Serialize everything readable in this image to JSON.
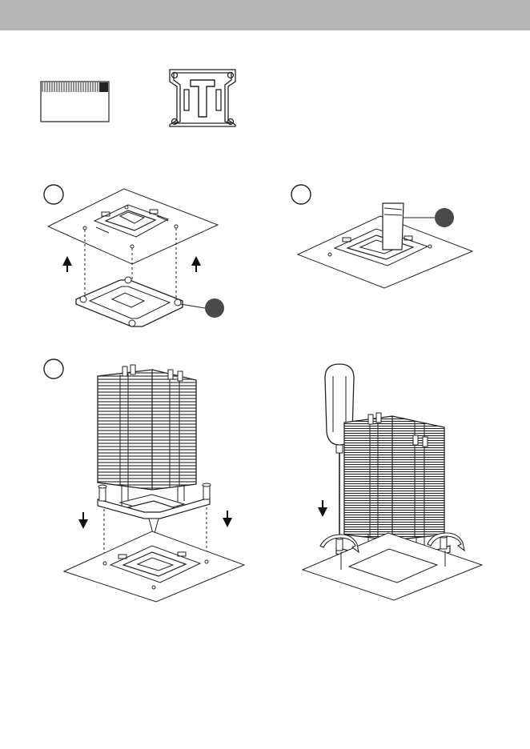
{
  "page": {
    "header_color": "#b5b5b5",
    "ink": "#1a1a1a",
    "callout_fill": "#4a4a4a"
  },
  "parts": [
    {
      "icon": "thermal-paste-card-icon"
    },
    {
      "icon": "backplate-icon"
    }
  ],
  "steps": [
    {
      "icon": "backplate-install-diagram"
    },
    {
      "icon": "thermal-paste-apply-diagram"
    },
    {
      "icon": "cooler-mount-diagram"
    },
    {
      "icon": "screwdriver-tighten-diagram"
    }
  ]
}
